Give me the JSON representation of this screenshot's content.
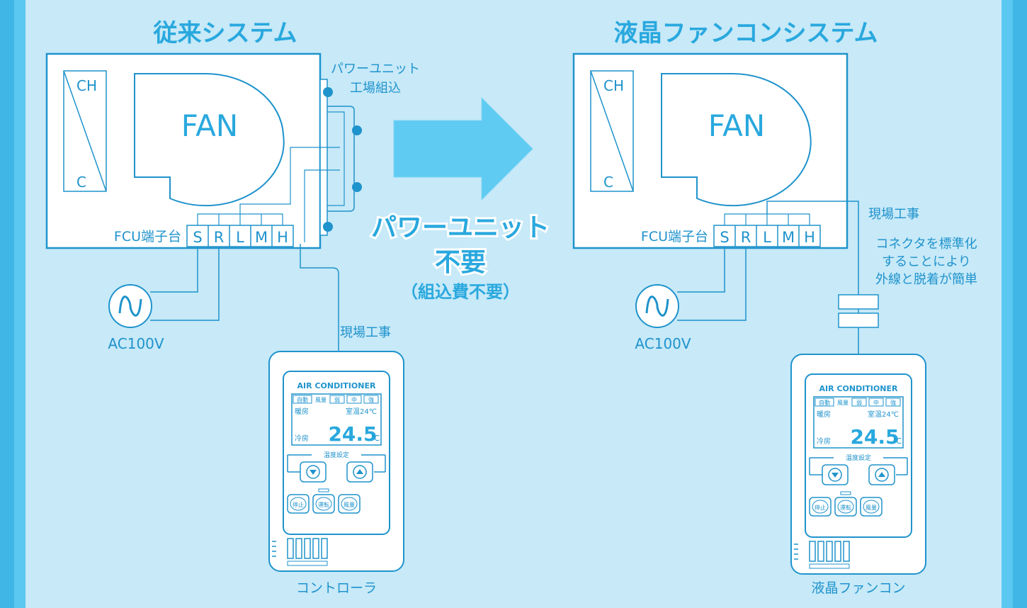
{
  "left": {
    "title": "従来システム",
    "unit": {
      "ch": "CH",
      "c": "C",
      "fan": "FAN"
    },
    "terminal": {
      "label": "FCU端子台",
      "pins": [
        "S",
        "R",
        "L",
        "M",
        "H"
      ]
    },
    "power_unit_note": [
      "パワーユニット",
      "工場組込"
    ],
    "ac_label": "AC100V",
    "field_work": "現場工事",
    "device_caption": "コントローラ"
  },
  "right": {
    "title": "液晶ファンコンシステム",
    "unit": {
      "ch": "CH",
      "c": "C",
      "fan": "FAN"
    },
    "terminal": {
      "label": "FCU端子台",
      "pins": [
        "S",
        "R",
        "L",
        "M",
        "H"
      ]
    },
    "ac_label": "AC100V",
    "field_work": "現場工事",
    "connector_note": [
      "コネクタを標準化",
      "することにより",
      "外線と脱着が簡単"
    ],
    "device_caption": "液晶ファンコン"
  },
  "center": {
    "headline": "パワーユニット",
    "headline2": "不要",
    "subnote": "（組込費不要）"
  },
  "controller": {
    "brand": "AIR CONDITIONER",
    "mode_tags": [
      "自動",
      "風量",
      "弱",
      "中",
      "強"
    ],
    "heat": "暖房",
    "cool": "冷房",
    "room_temp": "室温24℃",
    "temp": "24.5",
    "unit": "℃",
    "setting_label": "温度設定",
    "buttons": [
      "停止",
      "運転",
      "風量"
    ]
  },
  "colors": {
    "accent": "#29a8de",
    "line": "#1f93cc",
    "arrow": "#5fcbf2"
  }
}
